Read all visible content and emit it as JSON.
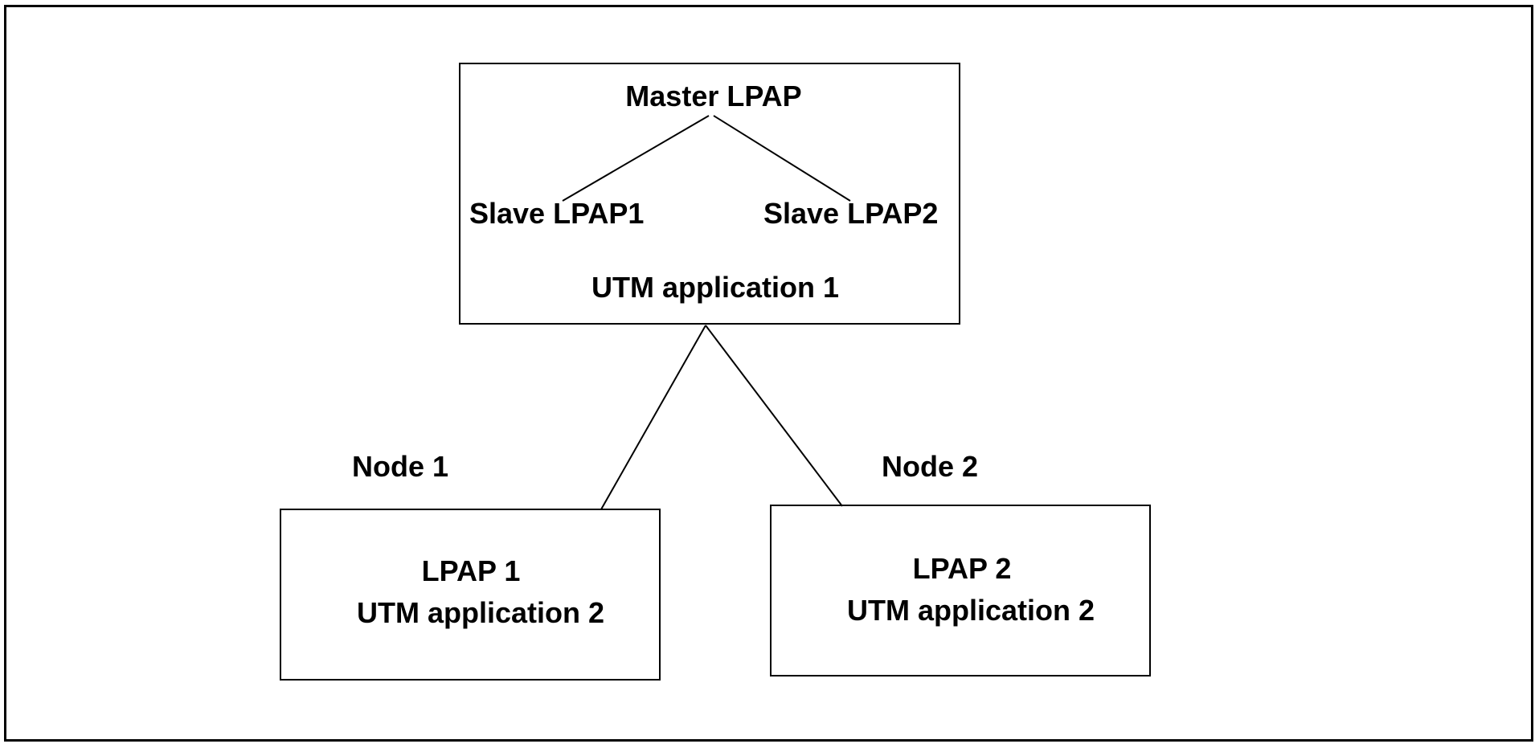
{
  "colors": {
    "line": "#000000",
    "background": "#ffffff"
  },
  "top_box": {
    "master": "Master LPAP",
    "slave1": "Slave LPAP1",
    "slave2": "Slave LPAP2",
    "app": "UTM application 1"
  },
  "node1": {
    "label": "Node 1",
    "lpap": "LPAP 1",
    "app": "UTM application 2"
  },
  "node2": {
    "label": "Node 2",
    "lpap": "LPAP 2",
    "app": "UTM application 2"
  }
}
